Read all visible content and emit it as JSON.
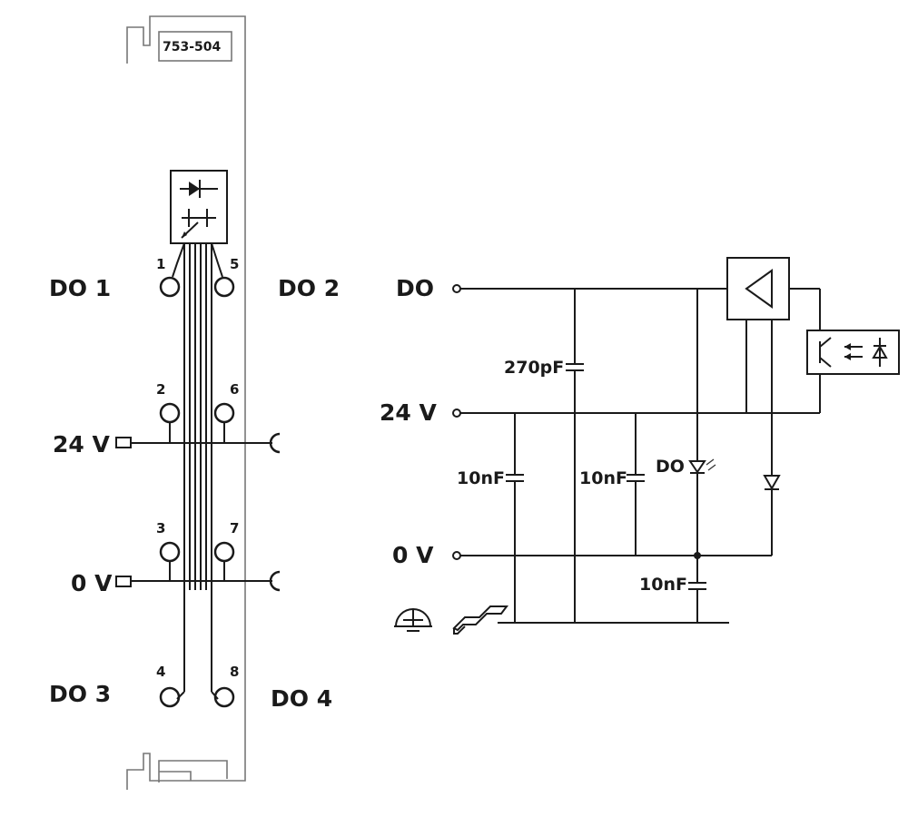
{
  "module": {
    "part_number": "753-504"
  },
  "terminals": {
    "do1": "DO 1",
    "do2": "DO 2",
    "do3": "DO 3",
    "do4": "DO 4",
    "v24": "24 V",
    "v0": "0 V",
    "pins": [
      "1",
      "2",
      "3",
      "4",
      "5",
      "6",
      "7",
      "8"
    ]
  },
  "schematic": {
    "do": "DO",
    "v24": "24 V",
    "v0": "0 V",
    "c_270pf": "270pF",
    "c_10nf_a": "10nF",
    "c_10nf_b": "10nF",
    "c_10nf_c": "10nF",
    "led": "DO"
  },
  "icons": [
    "diode-icon",
    "led-icon",
    "ground-icon",
    "din-rail-icon",
    "driver-triangle-icon",
    "optocoupler-icon"
  ]
}
